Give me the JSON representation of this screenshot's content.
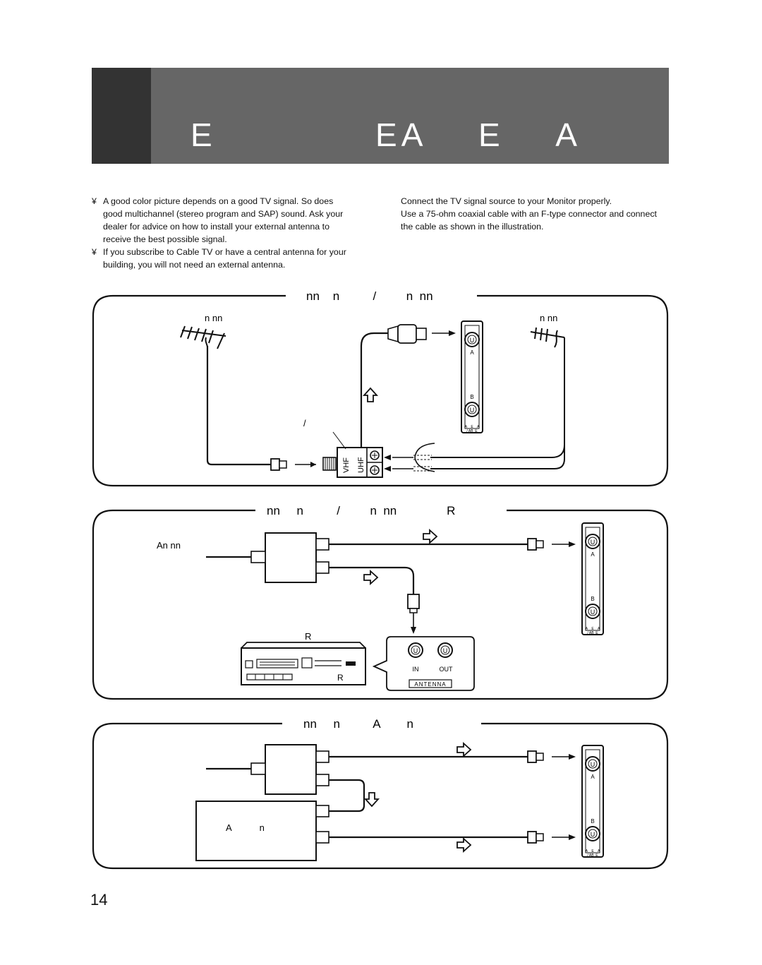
{
  "banner": {
    "title": "E            EA    E    A"
  },
  "bullets": [
    {
      "mark": "¥",
      "text": "A good color picture depends on a good TV signal. So does good multichannel (stereo program and SAP) sound. Ask your dealer for advice on how to install your external antenna to receive the best possible signal."
    },
    {
      "mark": "¥",
      "text": "If you subscribe to Cable TV or have a central antenna for your building, you will not need an external antenna."
    }
  ],
  "intro": [
    "Connect the TV signal source to your Monitor properly.",
    "Use a 75-ohm coaxial cable with an F-type connector and connect the cable as shown in the illustration."
  ],
  "panels": [
    {
      "title": "nn    n          /         n  nn",
      "left_label": "n   nn",
      "right_label": "n   nn",
      "slash_label": "/",
      "combiner": {
        "vhf": "VHF",
        "uhf": "UHF"
      }
    },
    {
      "title": "nn     n          /         n  nn               R",
      "antenna_label": "An   nn",
      "vcr_label": "R",
      "vcr_front_label": "R",
      "vcr_jacks": {
        "in": "IN",
        "out": "OUT",
        "panel": "ANTENNA"
      }
    },
    {
      "title": "nn     n          A        n",
      "box_label": "A           n"
    }
  ],
  "terminal": {
    "a": "A",
    "b": "B",
    "u": "U",
    "bottom": "A    E    A",
    "bottom2": "/ AB  E"
  },
  "page_number": "14"
}
